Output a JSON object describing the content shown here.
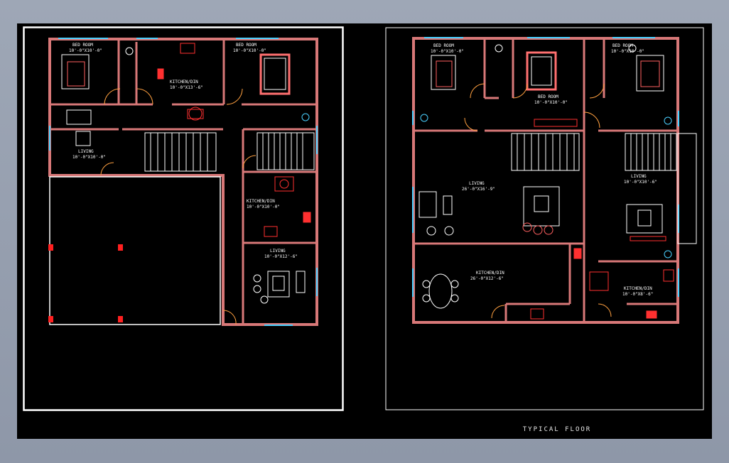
{
  "plans": {
    "ground": {
      "rooms": [
        {
          "id": "bed1",
          "name": "BED ROOM",
          "dim": "10'-0\"X10'-0\""
        },
        {
          "id": "kitchen1",
          "name": "KITCHEN/DIN",
          "dim": "10'-0\"X13'-6\""
        },
        {
          "id": "bed2",
          "name": "BED ROOM",
          "dim": "10'-0\"X10'-0\""
        },
        {
          "id": "living1",
          "name": "LIVING",
          "dim": "10'-0\"X10'-0\""
        },
        {
          "id": "kitchen2",
          "name": "KITCHEN/DIN",
          "dim": "10'-0\"X10'-0\""
        },
        {
          "id": "living2",
          "name": "LIVING",
          "dim": "10'-0\"X12'-6\""
        }
      ]
    },
    "typical": {
      "rooms": [
        {
          "id": "bed1",
          "name": "BED ROOM",
          "dim": "10'-0\"X10'-0\""
        },
        {
          "id": "bed2",
          "name": "BED ROOM",
          "dim": "10'-0\"X10'-0\""
        },
        {
          "id": "bed3",
          "name": "BED ROOM",
          "dim": "10'-0\"X10'-0\""
        },
        {
          "id": "living1",
          "name": "LIVING",
          "dim": "26'-0\"X16'-9\""
        },
        {
          "id": "living2",
          "name": "LIVING",
          "dim": "10'-0\"X10'-6\""
        },
        {
          "id": "kitchen1",
          "name": "KITCHEN/DIN",
          "dim": "26'-0\"X12'-6\""
        },
        {
          "id": "kitchen2",
          "name": "KITCHEN/DIN",
          "dim": "10'-0\"X8'-6\""
        }
      ]
    }
  },
  "caption": "TYPICAL FLOOR",
  "colors": {
    "wall": "#e08080",
    "furniture": "#ffffff",
    "accent": "#ff3030",
    "window": "#4ad0ff",
    "text": "#ffffff"
  }
}
